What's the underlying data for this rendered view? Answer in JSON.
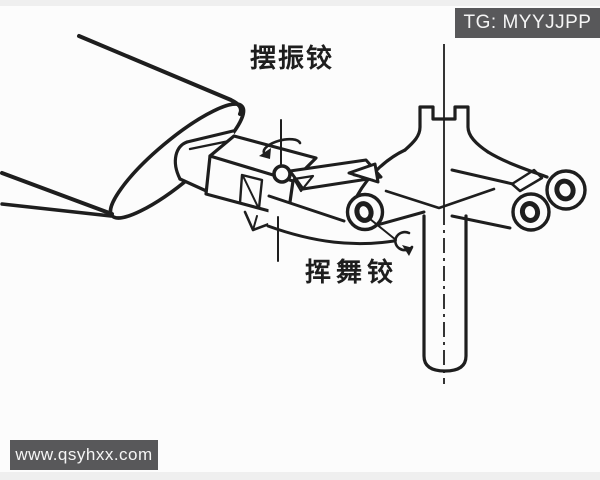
{
  "diagram": {
    "title_context": "helicopter rotor hub hinge diagram",
    "labels": {
      "lag_hinge": "摆振铰",
      "flap_hinge": "挥舞铰"
    },
    "colors": {
      "line": "#1e1e1e",
      "fill": "#fcfcfc",
      "badge_background": "#58585a",
      "badge_text": "#f5f5f5"
    }
  },
  "watermarks": {
    "top_right": "TG: MYYJJPP",
    "bottom_left": "www.qsyhxx.com"
  }
}
